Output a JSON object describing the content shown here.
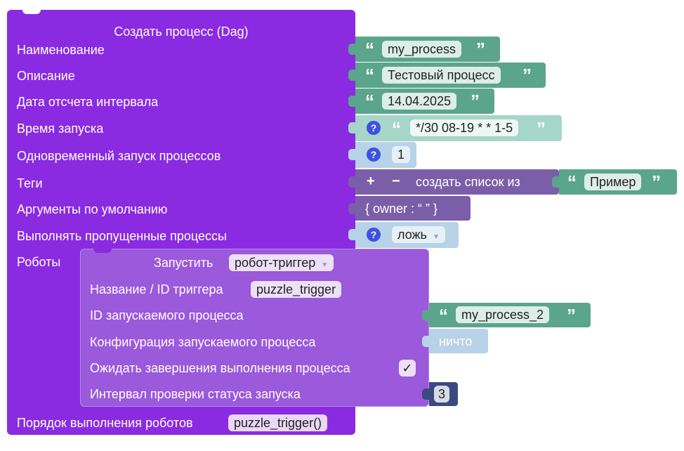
{
  "main": {
    "title": "Создать процесс (Dag)",
    "labels": {
      "name": "Наименование",
      "description": "Описание",
      "start_date": "Дата отсчета интервала",
      "schedule": "Время запуска",
      "max_active_runs": "Одновременный запуск процессов",
      "tags": "Теги",
      "default_args": "Аргументы по умолчанию",
      "catchup": "Выполнять пропущенные процессы",
      "robots": "Роботы",
      "order": "Порядок выполнения роботов"
    },
    "values": {
      "name": "my_process",
      "description": "Тестовый процесс",
      "start_date": "14.04.2025",
      "schedule": "*/30 08-19 * * 1-5",
      "max_active_runs": "1",
      "tags_plus": "+",
      "tags_minus": "−",
      "tags_create": "создать список из",
      "tag_item": "Пример",
      "default_args": "{ owner : “ ” }",
      "catchup": "ложь",
      "order": "puzzle_trigger()"
    },
    "help_icon": "?"
  },
  "robot": {
    "run_label": "Запустить",
    "run_type": "робот-триггер",
    "labels": {
      "trigger_id": "Название / ID триггера",
      "process_id": "ID запускаемого процесса",
      "config": "Конфигурация запускаемого процесса",
      "wait": "Ожидать завершения выполнения процесса",
      "interval": "Интервал проверки статуса запуска"
    },
    "values": {
      "trigger_id": "puzzle_trigger",
      "process_id": "my_process_2",
      "config": "ничто",
      "wait_check": "✓",
      "interval": "3"
    }
  },
  "quote_open": "“",
  "quote_close": "”",
  "colors": {
    "main_block": "#8a2be2",
    "robot_block": "#9b59dc",
    "text_block": "#5ba58c",
    "text_block_light": "#a5d6c7",
    "logic_block": "#b8d2e8",
    "list_block": "#7b5ea8",
    "math_block": "#3a4a80"
  }
}
